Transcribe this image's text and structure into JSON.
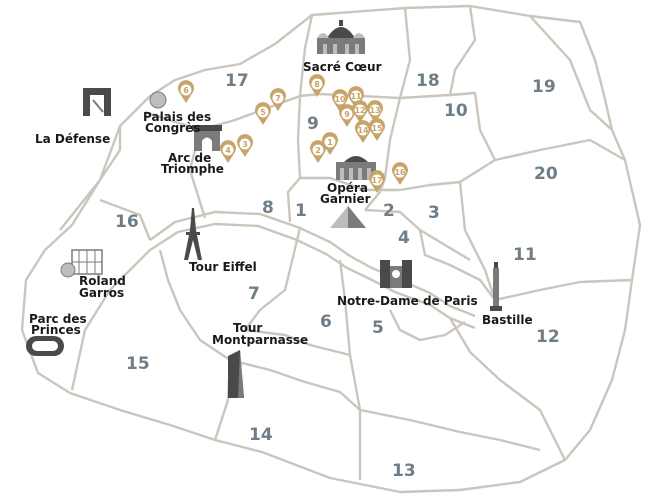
{
  "colors": {
    "border": "#cbc6bc",
    "pin": "#c6a46a",
    "arrondissement_label": "#6f7d87",
    "place_label": "#1a1a1a",
    "background": "#ffffff"
  },
  "arrondissements": [
    {
      "id": "1",
      "label": "1"
    },
    {
      "id": "2",
      "label": "2"
    },
    {
      "id": "3",
      "label": "3"
    },
    {
      "id": "4",
      "label": "4"
    },
    {
      "id": "5",
      "label": "5"
    },
    {
      "id": "6",
      "label": "6"
    },
    {
      "id": "7",
      "label": "7"
    },
    {
      "id": "8",
      "label": "8"
    },
    {
      "id": "9",
      "label": "9"
    },
    {
      "id": "10",
      "label": "10"
    },
    {
      "id": "11",
      "label": "11"
    },
    {
      "id": "12",
      "label": "12"
    },
    {
      "id": "13",
      "label": "13"
    },
    {
      "id": "14",
      "label": "14"
    },
    {
      "id": "15",
      "label": "15"
    },
    {
      "id": "16",
      "label": "16"
    },
    {
      "id": "17",
      "label": "17"
    },
    {
      "id": "18",
      "label": "18"
    },
    {
      "id": "19",
      "label": "19"
    },
    {
      "id": "20",
      "label": "20"
    }
  ],
  "places": {
    "sacre_coeur": {
      "lines": [
        "Sacré Cœur"
      ],
      "icon": "sacre-coeur-icon"
    },
    "palais_des_congres": {
      "lines": [
        "Palais des",
        "Congrès"
      ],
      "icon": "palais-des-congres-icon"
    },
    "la_defense": {
      "lines": [
        "La Défense"
      ],
      "icon": "grande-arche-icon"
    },
    "arc_de_triomphe": {
      "lines": [
        "Arc de",
        "Triomphe"
      ],
      "icon": "arc-de-triomphe-icon"
    },
    "opera_garnier": {
      "lines": [
        "Opéra",
        "Garnier"
      ],
      "icon": "opera-garnier-icon"
    },
    "louvre": {
      "lines": [],
      "icon": "louvre-pyramid-icon"
    },
    "tour_eiffel": {
      "lines": [
        "Tour Eiffel"
      ],
      "icon": "eiffel-tower-icon"
    },
    "roland_garros": {
      "lines": [
        "Roland",
        "Garros"
      ],
      "icon": "tennis-court-icon"
    },
    "parc_des_princes": {
      "lines": [
        "Parc des",
        "Princes"
      ],
      "icon": "stadium-icon"
    },
    "tour_montparnasse": {
      "lines": [
        "Tour",
        "Montparnasse"
      ],
      "icon": "skyscraper-icon"
    },
    "notre_dame": {
      "lines": [
        "Notre-Dame de Paris"
      ],
      "icon": "notre-dame-icon"
    },
    "bastille": {
      "lines": [
        "Bastille"
      ],
      "icon": "bastille-column-icon"
    }
  },
  "pins": [
    "1",
    "2",
    "3",
    "4",
    "5",
    "6",
    "7",
    "8",
    "9",
    "10",
    "11",
    "12",
    "13",
    "14",
    "15",
    "16",
    "17"
  ]
}
